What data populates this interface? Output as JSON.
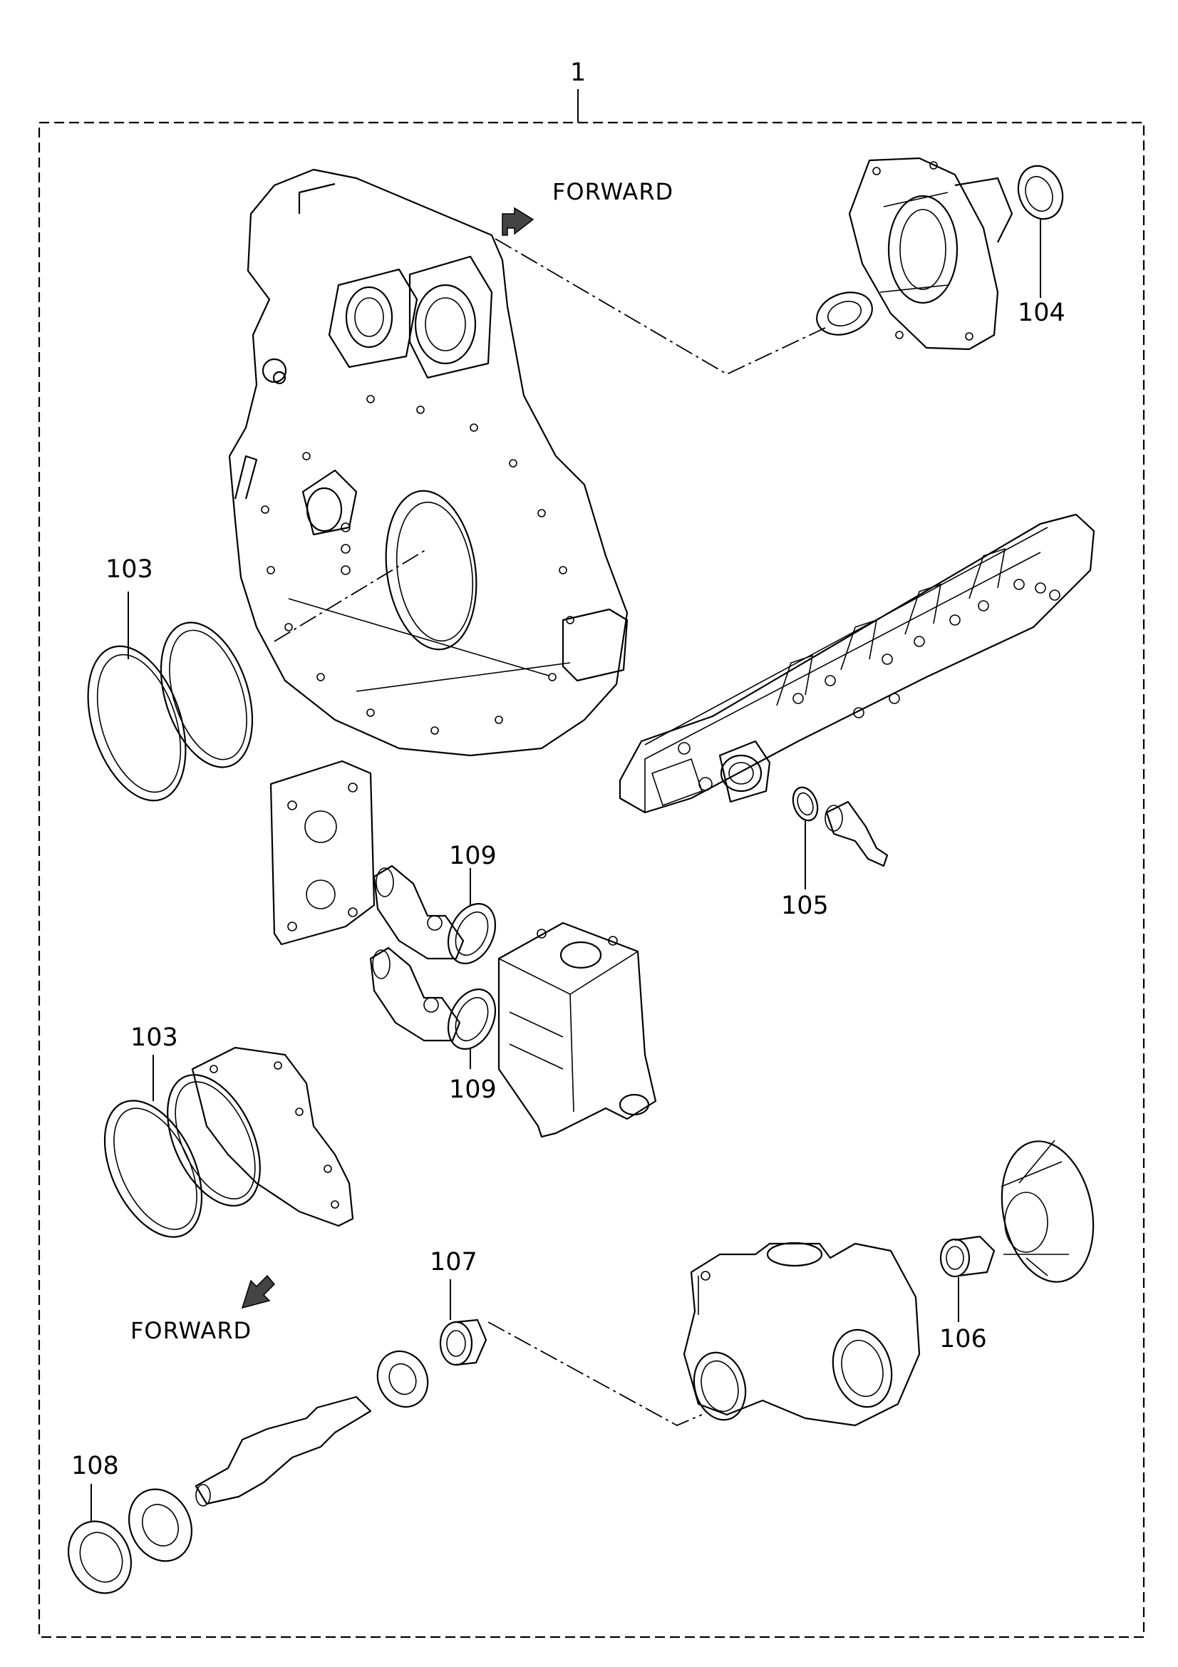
{
  "kit_number": "1",
  "forward_labels": [
    "FORWARD",
    "FORWARD"
  ],
  "callouts": [
    {
      "id": "104",
      "text": "104"
    },
    {
      "id": "103a",
      "text": "103"
    },
    {
      "id": "105",
      "text": "105"
    },
    {
      "id": "109a",
      "text": "109"
    },
    {
      "id": "109b",
      "text": "109"
    },
    {
      "id": "103b",
      "text": "103"
    },
    {
      "id": "107",
      "text": "107"
    },
    {
      "id": "106",
      "text": "106"
    },
    {
      "id": "108",
      "text": "108"
    }
  ]
}
